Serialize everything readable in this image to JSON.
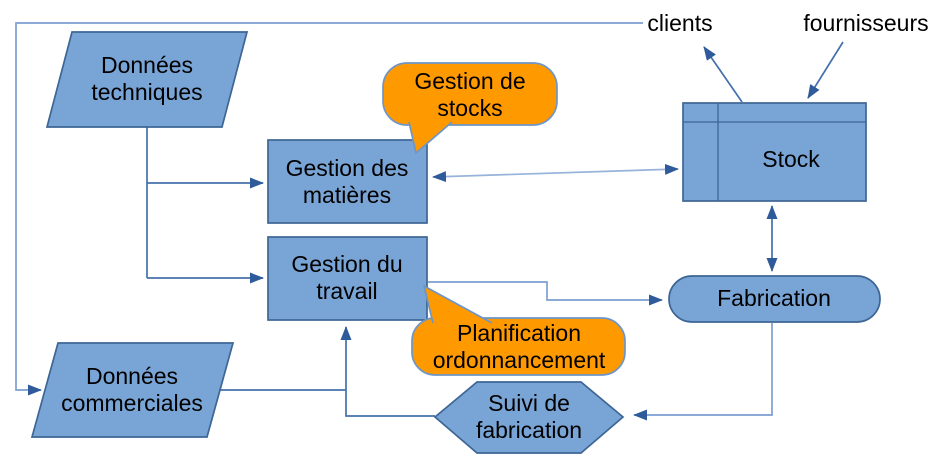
{
  "diagram": {
    "title_hint": "production management flow diagram",
    "colors": {
      "background": "#ffffff",
      "shape_fill": "#79a4d6",
      "shape_stroke": "#3d6694",
      "callout_fill": "#ff9900",
      "callout_stroke": "#6d96c8",
      "connector": "#4470ab",
      "connector_medium": "#7c9fd1",
      "connector_light": "#97b3da",
      "arrowhead": "#2f5b9a",
      "text": "#000000"
    },
    "nodes": {
      "donnees_techniques": {
        "line1": "Données",
        "line2": "techniques"
      },
      "gestion_matieres": {
        "line1": "Gestion des",
        "line2": "matières"
      },
      "gestion_travail": {
        "line1": "Gestion du",
        "line2": "travail"
      },
      "donnees_commerciales": {
        "line1": "Données",
        "line2": "commerciales"
      },
      "stock": {
        "label": "Stock"
      },
      "fabrication": {
        "label": "Fabrication"
      },
      "suivi_fabrication": {
        "line1": "Suivi de",
        "line2": "fabrication"
      }
    },
    "callouts": {
      "gestion_stocks": {
        "line1": "Gestion de",
        "line2": "stocks"
      },
      "planification": {
        "line1": "Planification",
        "line2": "ordonnancement"
      }
    },
    "externals": {
      "clients": "clients",
      "fournisseurs": "fournisseurs"
    }
  }
}
